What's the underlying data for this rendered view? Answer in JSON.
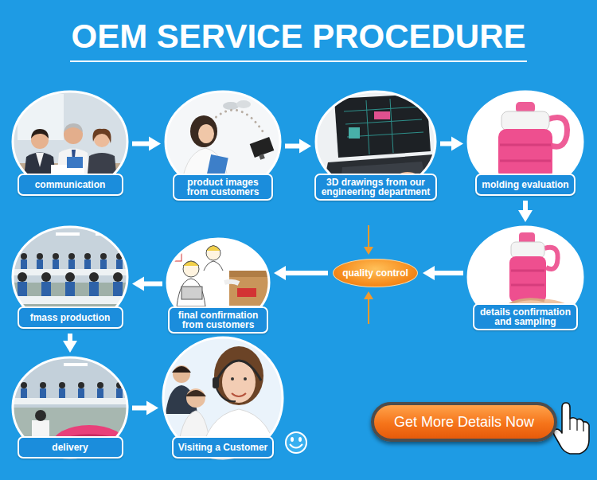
{
  "diagram": {
    "title": "OEM SERVICE PROCEDURE",
    "nodes": [
      {
        "text": [
          "communication"
        ]
      },
      {
        "text": [
          "product images from customers"
        ]
      },
      {
        "text": [
          "3D drawings from our engineering department"
        ]
      },
      {
        "text": [
          "molding evaluation"
        ]
      },
      {
        "text": [
          "details confirmation and sampling"
        ]
      },
      {
        "text": [
          "quality control"
        ]
      },
      {
        "text": [
          "final confirmation from customers"
        ]
      },
      {
        "text": [
          "fmass production"
        ]
      },
      {
        "text": [
          "delivery"
        ]
      },
      {
        "text": [
          "Visiting a Customer"
        ]
      },
      {
        "text": [
          "Get More Details Now"
        ]
      }
    ],
    "edges": [
      {
        "from": 0,
        "to": 1,
        "arrow": "to"
      },
      {
        "from": 1,
        "to": 2,
        "arrow": "to"
      },
      {
        "from": 2,
        "to": 3,
        "arrow": "to"
      },
      {
        "from": 3,
        "to": 4,
        "arrow": "to"
      },
      {
        "from": 4,
        "to": 5,
        "arrow": "to"
      },
      {
        "from": 5,
        "to": 6,
        "arrow": "to"
      },
      {
        "from": 6,
        "to": 7,
        "arrow": "to"
      },
      {
        "from": 7,
        "to": 8,
        "arrow": "to"
      },
      {
        "from": 8,
        "to": 9,
        "arrow": "to"
      }
    ]
  }
}
